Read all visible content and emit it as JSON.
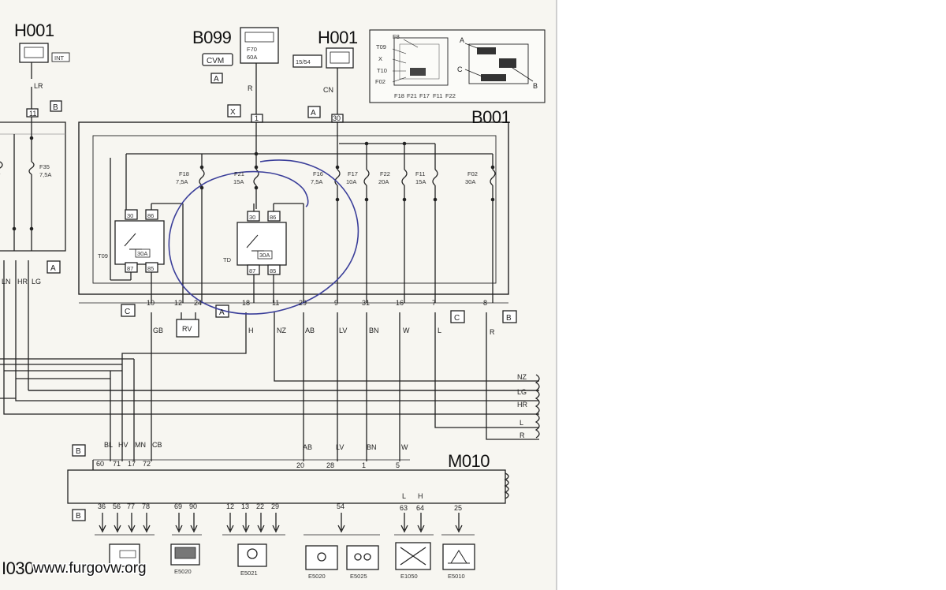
{
  "components": {
    "h001_left": "H001",
    "h001_left_tag": "INT",
    "b099": "B099",
    "b099_fuse": "F70",
    "b099_amp": "60A",
    "cvm": "CVM",
    "h001_right": "H001",
    "h001_right_tag": "15/54",
    "b001": "B001",
    "m010": "M010",
    "t09_left": "T09",
    "t10": "T10",
    "left_fuse": "F35",
    "left_fuse_amp": "7,5A",
    "e5020": "E5020",
    "e5021": "E5021",
    "e5020b": "E5020",
    "e5025": "E5025",
    "e1050": "E1050",
    "e5010": "E5010",
    "bottom_left": "I030"
  },
  "connectors": {
    "A": "A",
    "B": "B",
    "C": "C",
    "X": "X"
  },
  "wires": {
    "lr": "LR",
    "r": "R",
    "cn": "CN",
    "gb": "GB",
    "rv": "RV",
    "h": "H",
    "nz": "NZ",
    "ab": "AB",
    "lv": "LV",
    "bn": "BN",
    "w": "W",
    "l": "L",
    "lg": "LG",
    "hr": "HR",
    "ln": "LN",
    "bl": "BL",
    "hv": "HV",
    "mn": "MN",
    "cb": "CB"
  },
  "fuses": [
    {
      "id": "F18",
      "amp": "7,5A"
    },
    {
      "id": "F21",
      "amp": "15A"
    },
    {
      "id": "F16",
      "amp": "7,5A"
    },
    {
      "id": "F17",
      "amp": "10A"
    },
    {
      "id": "F22",
      "amp": "20A"
    },
    {
      "id": "F11",
      "amp": "15A"
    },
    {
      "id": "F02",
      "amp": "30A"
    }
  ],
  "relays": {
    "t09": "T09",
    "t09_amp": "30A",
    "td": "TD",
    "td_amp": "30A"
  },
  "pins": {
    "p11": "11",
    "p1": "1",
    "p30": "30",
    "p10": "10",
    "p12": "12",
    "p24": "24",
    "p18": "18",
    "p29": "29",
    "p9": "9",
    "p31": "31",
    "p16": "16",
    "p7": "7",
    "p8": "8",
    "m60": "60",
    "m71": "71",
    "m17": "17",
    "m72": "72",
    "m20": "20",
    "m28": "28",
    "m1": "1",
    "m5": "5",
    "b36": "36",
    "b56": "56",
    "b77": "77",
    "b78": "78",
    "b69": "69",
    "b90": "90",
    "b12": "12",
    "b13": "13",
    "b22": "22",
    "b29": "29",
    "b54": "54",
    "b63": "63",
    "b64": "64",
    "b25": "25",
    "r30": "30",
    "r86": "86",
    "r87": "87",
    "r85": "85"
  },
  "inset": {
    "labels": [
      "F8",
      "T09",
      "X",
      "T10",
      "F02",
      "F18",
      "F21",
      "F17",
      "F11",
      "F22",
      "A",
      "C",
      "B"
    ]
  },
  "watermark": "www.furgovw.org"
}
